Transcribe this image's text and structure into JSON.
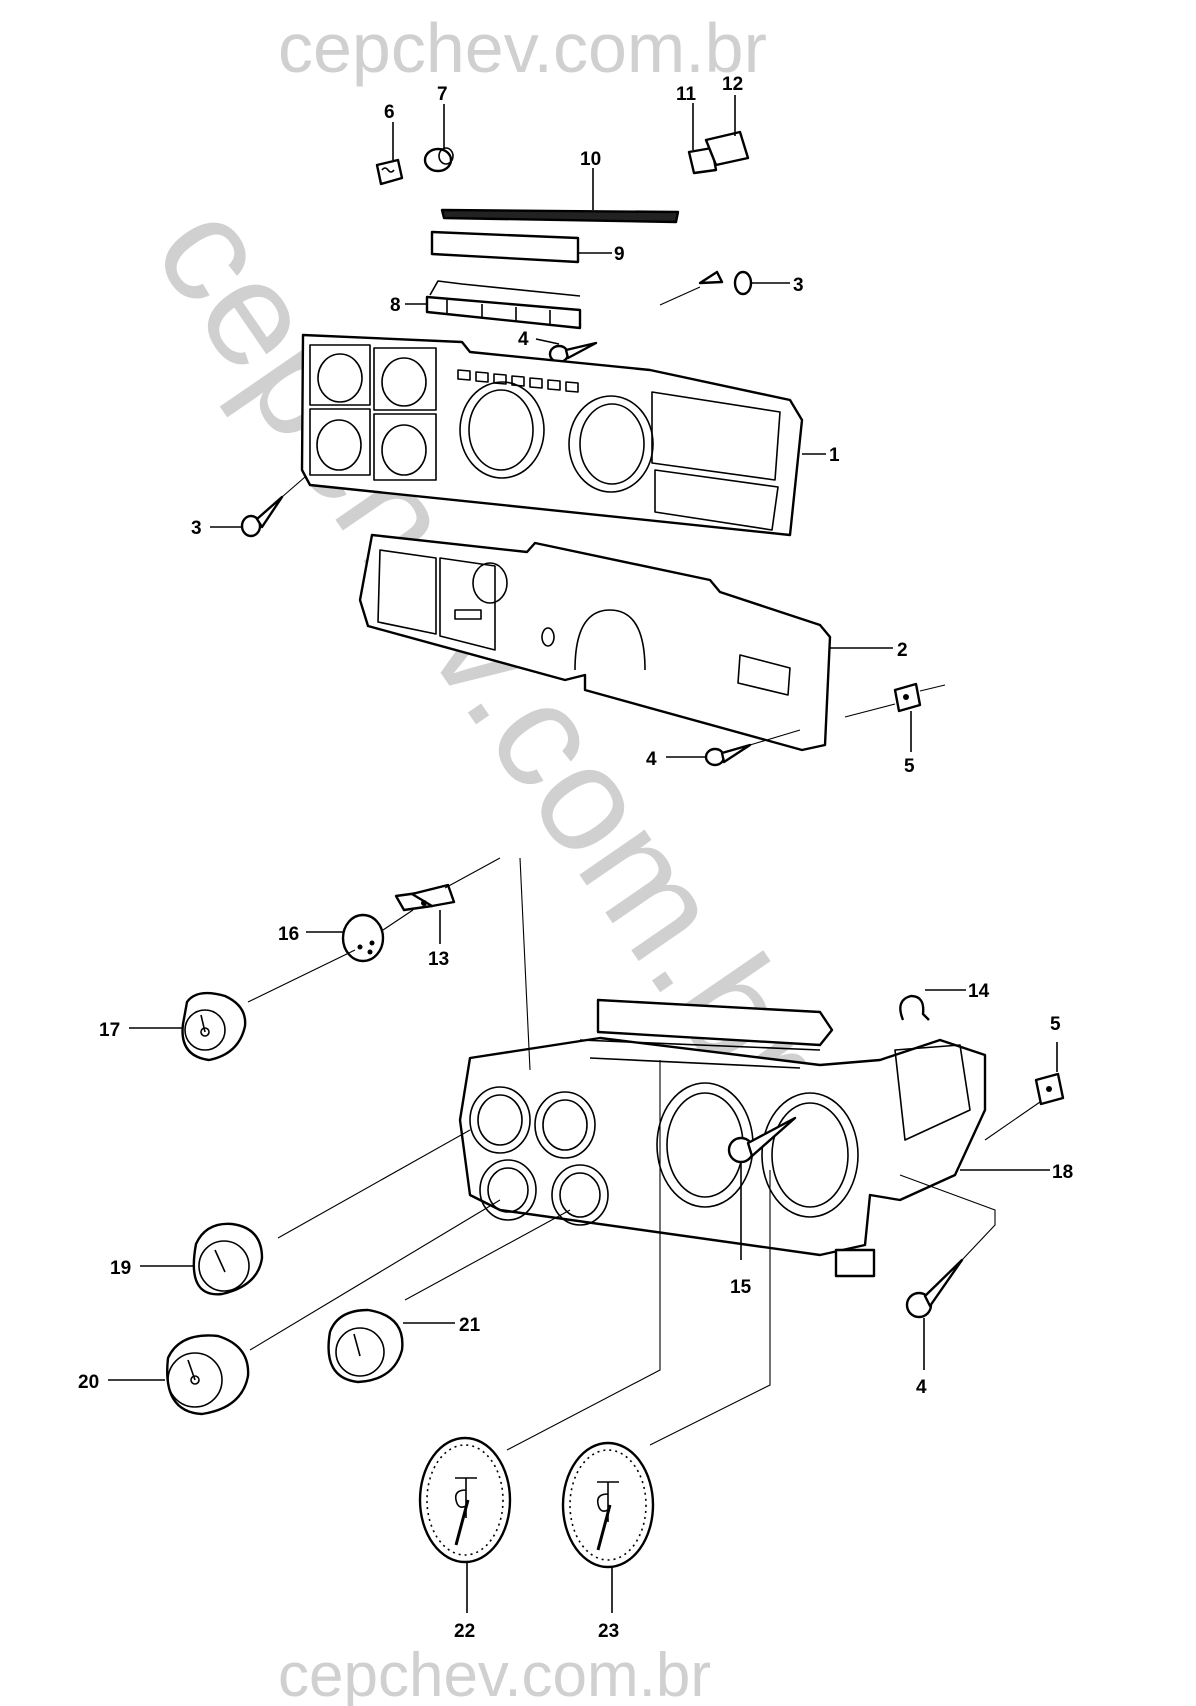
{
  "watermark": {
    "top": "cepchev.com.br",
    "diagonal": "cepchev.com.br",
    "bottom": "cepchev.com.br",
    "color": "#d0d0d0"
  },
  "callouts": {
    "c1": "1",
    "c2": "2",
    "c3a": "3",
    "c3b": "3",
    "c4a": "4",
    "c4b": "4",
    "c4c": "4",
    "c5a": "5",
    "c5b": "5",
    "c6": "6",
    "c7": "7",
    "c8": "8",
    "c9": "9",
    "c10": "10",
    "c11": "11",
    "c12": "12",
    "c13": "13",
    "c14": "14",
    "c15": "15",
    "c16": "16",
    "c17": "17",
    "c18": "18",
    "c19": "19",
    "c20": "20",
    "c21": "21",
    "c22": "22",
    "c23": "23"
  },
  "line_color": "#000000"
}
